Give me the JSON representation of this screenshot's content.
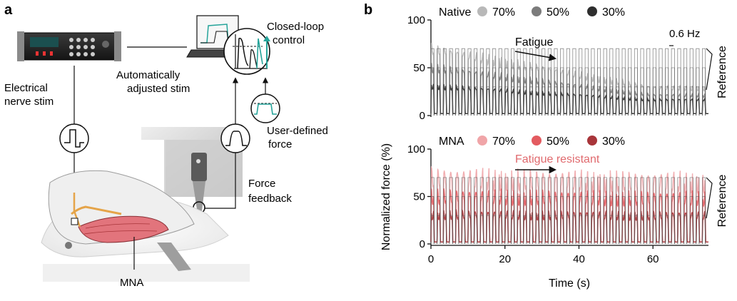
{
  "panel_a": {
    "panel_letter": "a",
    "labels": {
      "electrical_nerve_stim": [
        "Electrical",
        "nerve stim"
      ],
      "automatically_adjusted_stim": [
        "Automatically",
        "adjusted stim"
      ],
      "closed_loop_control": [
        "Closed-loop",
        "control"
      ],
      "user_defined_force": [
        "User-defined",
        "force"
      ],
      "force_feedback": [
        "Force",
        "feedback"
      ],
      "mna": "MNA"
    }
  },
  "panel_b": {
    "panel_letter": "b",
    "ylabel": "Normalized force (%)",
    "xlabel": "Time (s)"
  },
  "chart_data": [
    {
      "type": "line",
      "id": "native",
      "legend_title": "Native",
      "series": [
        {
          "name": "70%",
          "color": "#b8b8b8",
          "target": 70,
          "start_peak": 70,
          "end_peak": 28
        },
        {
          "name": "50%",
          "color": "#7c7c7c",
          "target": 50,
          "start_peak": 50,
          "end_peak": 20
        },
        {
          "name": "30%",
          "color": "#2e2e2e",
          "target": 30,
          "start_peak": 30,
          "end_peak": 15
        }
      ],
      "reference_label": "Reference",
      "frequency_label": "0.6 Hz",
      "frequency_hz": 0.6,
      "annotation": "Fatigue",
      "annotation_color": "#000000",
      "xlim": [
        0,
        75
      ],
      "ylim": [
        0,
        100
      ],
      "yticks": [
        0,
        50,
        100
      ],
      "xticks": [],
      "xlabel": "",
      "ylabel": ""
    },
    {
      "type": "line",
      "id": "mna",
      "legend_title": "MNA",
      "series": [
        {
          "name": "70%",
          "color": "#f0a5a8",
          "target": 70,
          "start_peak": 70,
          "end_peak": 66
        },
        {
          "name": "50%",
          "color": "#e35b60",
          "target": 50,
          "start_peak": 50,
          "end_peak": 48
        },
        {
          "name": "30%",
          "color": "#a8353a",
          "target": 30,
          "start_peak": 30,
          "end_peak": 29
        }
      ],
      "reference_label": "Reference",
      "annotation": "Fatigue resistant",
      "annotation_color": "#e06a6e",
      "xlim": [
        0,
        75
      ],
      "ylim": [
        0,
        100
      ],
      "yticks": [
        0,
        50,
        100
      ],
      "xticks": [
        0,
        20,
        40,
        60
      ],
      "xlabel": "Time (s)",
      "ylabel": ""
    }
  ]
}
